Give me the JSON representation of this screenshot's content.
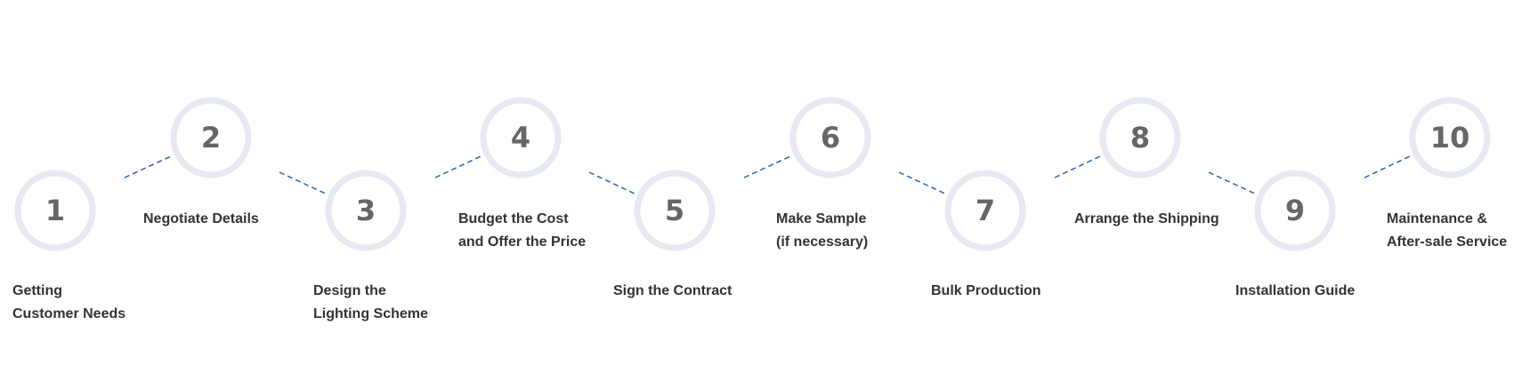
{
  "colors": {
    "circle": "#e6e9f1",
    "number": "#666666",
    "connector": "#2e62a8",
    "label": "#333333"
  },
  "steps": [
    {
      "number": "1",
      "lines": [
        "Getting",
        "Customer Needs"
      ]
    },
    {
      "number": "2",
      "lines": [
        "Negotiate Details"
      ]
    },
    {
      "number": "3",
      "lines": [
        "Design the",
        "Lighting Scheme"
      ]
    },
    {
      "number": "4",
      "lines": [
        "Budget the Cost",
        "and Offer the Price"
      ]
    },
    {
      "number": "5",
      "lines": [
        "Sign the Contract"
      ]
    },
    {
      "number": "6",
      "lines": [
        "Make Sample",
        "(if necessary)"
      ]
    },
    {
      "number": "7",
      "lines": [
        "Bulk Production"
      ]
    },
    {
      "number": "8",
      "lines": [
        "Arrange the Shipping"
      ]
    },
    {
      "number": "9",
      "lines": [
        "Installation Guide"
      ]
    },
    {
      "number": "10",
      "lines": [
        "Maintenance &",
        "After-sale Service"
      ]
    }
  ]
}
